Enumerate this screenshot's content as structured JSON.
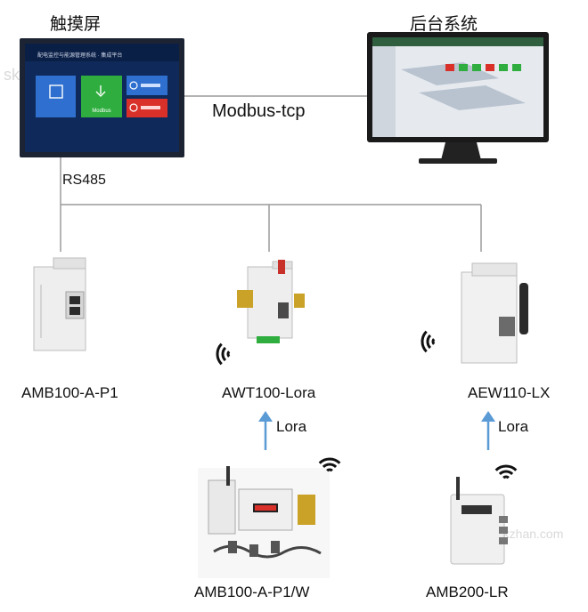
{
  "watermark_left": "skzhan",
  "watermark_right": "rkzhan.com",
  "touchscreen": {
    "title": "触摸屏",
    "screen_header": "配电监控与能源管理系统 · 集成平台",
    "tiles": [
      "",
      "Modbus",
      "",
      ""
    ]
  },
  "backend": {
    "title": "后台系统"
  },
  "links": {
    "modbus": "Modbus-tcp",
    "rs485": "RS485",
    "lora_left": "Lora",
    "lora_right": "Lora"
  },
  "devices": {
    "d1": "AMB100-A-P1",
    "d2": "AWT100-Lora",
    "d3": "AEW110-LX",
    "d4": "AMB100-A-P1/W",
    "d5": "AMB200-LR"
  },
  "colors": {
    "line": "#9a9a9a",
    "arrow": "#5b9bd5",
    "screen_bg": "#0f2a5a",
    "tile_blue": "#2e6fcf",
    "tile_green": "#2fae3f",
    "tile_red": "#d9302a"
  }
}
